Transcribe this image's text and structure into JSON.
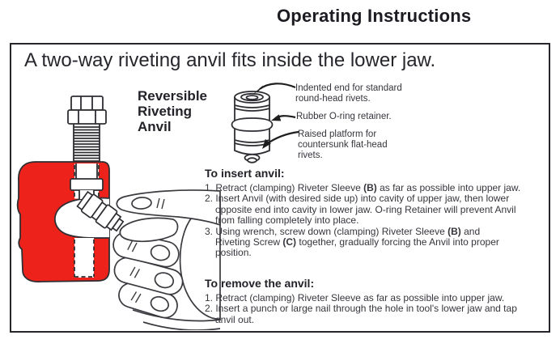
{
  "page": {
    "title": "Operating Instructions"
  },
  "panel": {
    "heading": "A two-way riveting anvil fits inside the lower jaw.",
    "diagram": {
      "tool_label": "Reversible\nRiveting\nAnvil",
      "callouts": [
        {
          "text": "Indented end for standard\nround-head rivets."
        },
        {
          "text": "Rubber O-ring retainer."
        },
        {
          "text": "Raised platform for\ncountersunk flat-head\nrivets."
        }
      ]
    },
    "insert_section": {
      "heading": "To insert anvil:",
      "steps": [
        "1. Retract (clamping) Riveter Sleeve **(B)** as far as possible into upper jaw.",
        "2. Insert Anvil (with desired side up) into cavity of upper jaw, then lower\nopposite end into cavity in lower jaw.  O-ring Retainer will prevent Anvil\nfrom falling completely into place.",
        "3. Using wrench, screw down (clamping) Riveter Sleeve **(B)** and\nRiveting Screw **(C)** together, gradually forcing the Anvil into proper\nposition."
      ]
    },
    "remove_section": {
      "heading": "To remove the anvil:",
      "steps": [
        "1. Retract (clamping) Riveter Sleeve as far as possible into upper jaw.",
        "2. Insert a punch or large nail through the hole in tool's lower jaw and tap\nanvil out."
      ]
    },
    "colors": {
      "tool_red": "#ed221b",
      "outline": "#2e2e33",
      "text": "#35353c"
    }
  }
}
